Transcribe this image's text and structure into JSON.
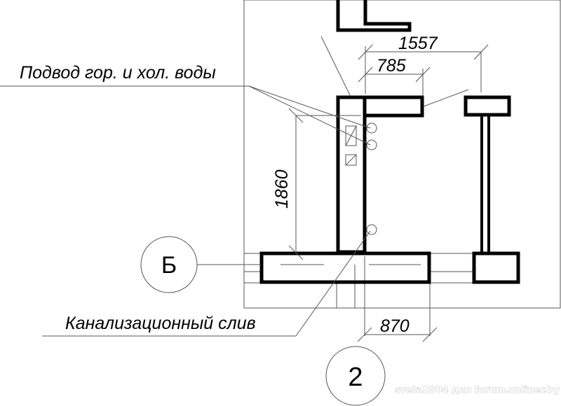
{
  "labels": {
    "water_supply": "Подвод гор. и хол. воды",
    "drain": "Канализационный слив"
  },
  "dimensions": {
    "d1557": "1557",
    "d785": "785",
    "d1860": "1860",
    "d870": "870"
  },
  "axes": {
    "row": "Б",
    "column": "2"
  },
  "watermark": "sveta2804 для forum.onliner.by"
}
